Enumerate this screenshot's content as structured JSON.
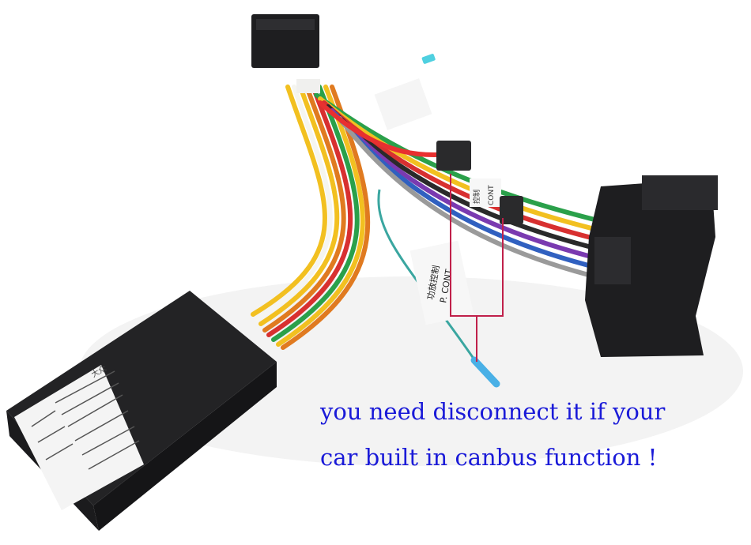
{
  "caption": {
    "line1": "you need disconnect it if your",
    "line2": "car built in canbus function !"
  },
  "labels": {
    "tag_chinese": "功放控制",
    "tag_code": "P. CONT",
    "small_tag_top": "控制",
    "small_tag_bottom": "CONT",
    "box_brand": "大众"
  },
  "colors": {
    "caption": "#1a1ad8",
    "highlight_line": "#c0204a",
    "box": "#232325",
    "connector": "#1e1e20"
  }
}
